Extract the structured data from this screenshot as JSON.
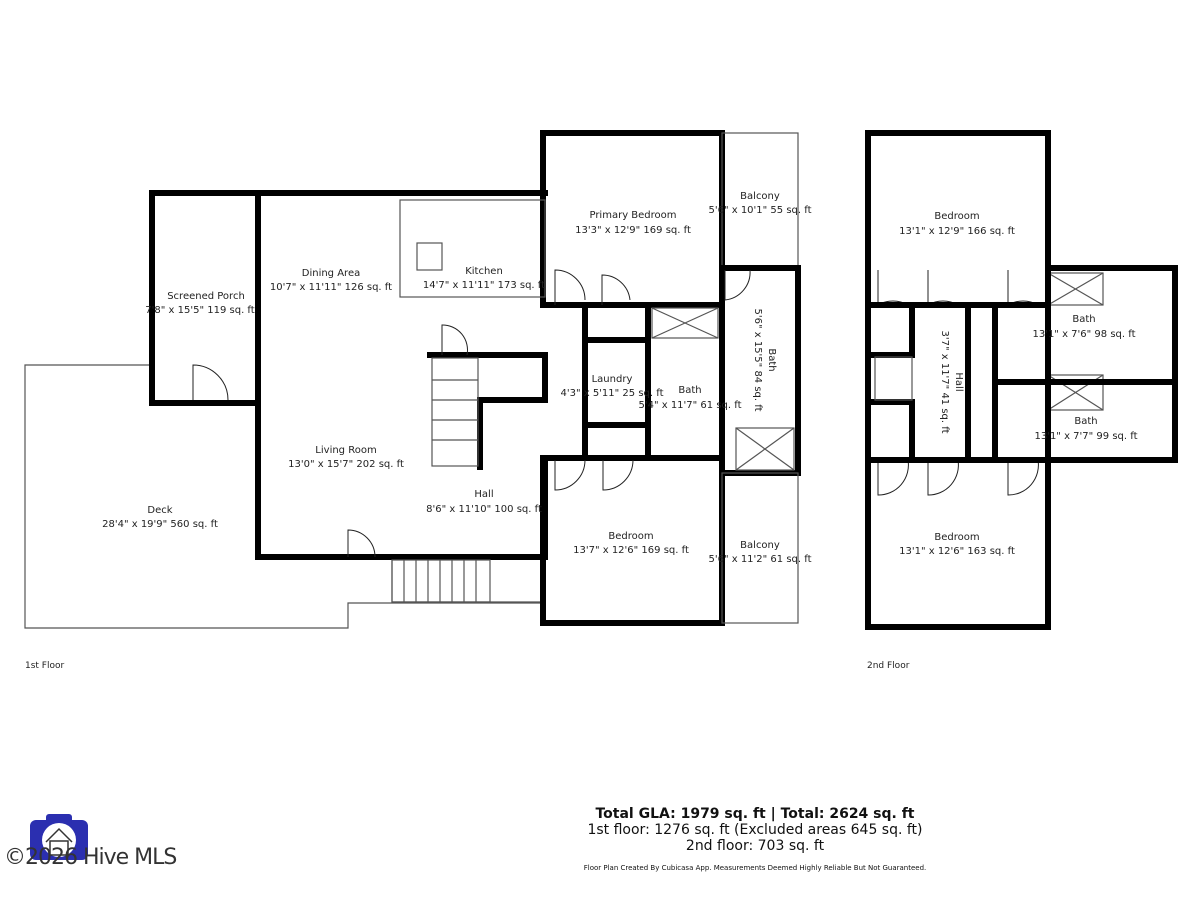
{
  "floors": {
    "first": {
      "label": "1st Floor",
      "rooms": [
        {
          "name": "Screened Porch",
          "dims": "7'8\" x 15'5\" 119 sq. ft"
        },
        {
          "name": "Dining Area",
          "dims": "10'7\" x 11'11\" 126 sq. ft"
        },
        {
          "name": "Kitchen",
          "dims": "14'7\" x 11'11\" 173 sq. ft"
        },
        {
          "name": "Primary Bedroom",
          "dims": "13'3\" x 12'9\" 169 sq. ft"
        },
        {
          "name": "Balcony",
          "dims": "5'6\" x 10'1\" 55 sq. ft"
        },
        {
          "name": "Bath",
          "dims": "5'6\" x 15'5\" 84 sq. ft"
        },
        {
          "name": "Laundry",
          "dims": "4'3\" x 5'11\" 25 sq. ft"
        },
        {
          "name": "Bath",
          "dims": "5'4\" x 11'7\" 61 sq. ft"
        },
        {
          "name": "Living Room",
          "dims": "13'0\" x 15'7\" 202 sq. ft"
        },
        {
          "name": "Hall",
          "dims": "8'6\" x 11'10\" 100 sq. ft"
        },
        {
          "name": "Deck",
          "dims": "28'4\" x 19'9\" 560 sq. ft"
        },
        {
          "name": "Bedroom",
          "dims": "13'7\" x 12'6\" 169 sq. ft"
        },
        {
          "name": "Balcony",
          "dims": "5'6\" x 11'2\" 61 sq. ft"
        }
      ]
    },
    "second": {
      "label": "2nd Floor",
      "rooms": [
        {
          "name": "Bedroom",
          "dims": "13'1\" x 12'9\" 166 sq. ft"
        },
        {
          "name": "Bath",
          "dims": "13'1\" x 7'6\" 98 sq. ft"
        },
        {
          "name": "Hall",
          "dims": "3'7\" x 11'7\" 41 sq. ft"
        },
        {
          "name": "Bath",
          "dims": "13'1\" x 7'7\" 99 sq. ft"
        },
        {
          "name": "Bedroom",
          "dims": "13'1\" x 12'6\" 163 sq. ft"
        }
      ]
    }
  },
  "totals": {
    "gla": "Total GLA: 1979 sq. ft | Total: 2624 sq. ft",
    "first": "1st floor: 1276 sq. ft (Excluded areas 645 sq. ft)",
    "second": "2nd floor: 703 sq. ft",
    "disclaimer": "Floor Plan Created By Cubicasa App. Measurements Deemed Highly Reliable But Not Guaranteed."
  },
  "watermark": {
    "text": "©2026 Hive MLS",
    "icon": "camera-house-logo",
    "color": "#2b2fb0"
  }
}
